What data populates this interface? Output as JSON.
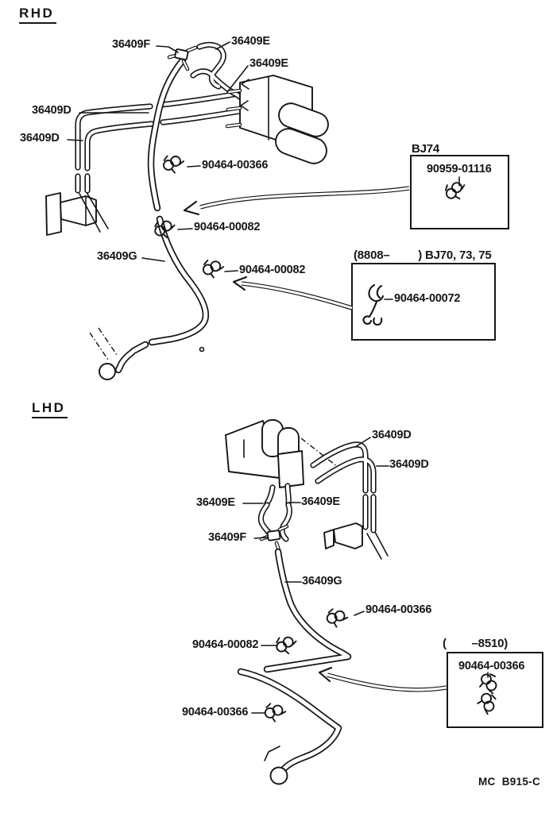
{
  "page": {
    "background": "#ffffff",
    "ink": "#161616",
    "footer_code": "MC  B915-C"
  },
  "rhd": {
    "title": "RHD",
    "labels": [
      {
        "id": "36409F",
        "text": "36409F"
      },
      {
        "id": "36409E-top",
        "text": "36409E"
      },
      {
        "id": "36409E-mid",
        "text": "36409E"
      },
      {
        "id": "36409D-upper",
        "text": "36409D"
      },
      {
        "id": "36409D-lower",
        "text": "36409D"
      },
      {
        "id": "90464-00366",
        "text": "90464-00366"
      },
      {
        "id": "90464-00082-upper",
        "text": "90464-00082"
      },
      {
        "id": "36409G",
        "text": "36409G"
      },
      {
        "id": "90464-00082-lower",
        "text": "90464-00082"
      }
    ],
    "callout_boxes": [
      {
        "title": "BJ74",
        "part_number": "90959-01116"
      },
      {
        "title": "(8808–         ) BJ70, 73, 75",
        "part_number": "90464-00072"
      }
    ]
  },
  "lhd": {
    "title": "LHD",
    "labels": [
      {
        "id": "36409D-upper",
        "text": "36409D"
      },
      {
        "id": "36409D-lower",
        "text": "36409D"
      },
      {
        "id": "36409E-left",
        "text": "36409E"
      },
      {
        "id": "36409E-right",
        "text": "36409E"
      },
      {
        "id": "36409F",
        "text": "36409F"
      },
      {
        "id": "36409G",
        "text": "36409G"
      },
      {
        "id": "90464-00366-right",
        "text": "90464-00366"
      },
      {
        "id": "90464-00082",
        "text": "90464-00082"
      },
      {
        "id": "90464-00366-bottom",
        "text": "90464-00366"
      }
    ],
    "callout_boxes": [
      {
        "title": "(        –8510)",
        "part_number": "90464-00366"
      }
    ]
  }
}
